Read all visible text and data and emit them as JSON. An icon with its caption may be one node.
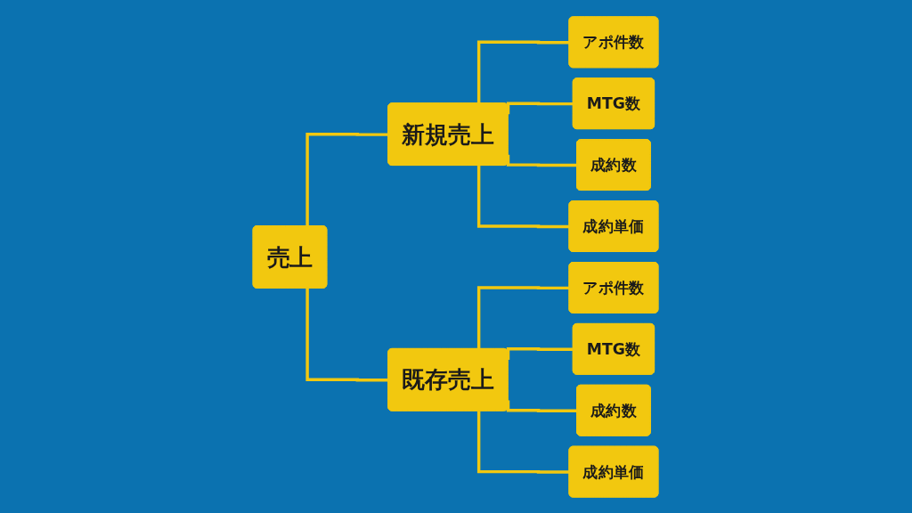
{
  "diagram": {
    "nodes": [
      {
        "text": [
          "売上"
        ]
      },
      {
        "text": [
          "新規売上"
        ]
      },
      {
        "text": [
          "アポ件数"
        ]
      },
      {
        "text": [
          "MTG数"
        ]
      },
      {
        "text": [
          "成約数"
        ]
      },
      {
        "text": [
          "成約単価"
        ]
      },
      {
        "text": [
          "既存売上"
        ]
      },
      {
        "text": [
          "アポ件数"
        ]
      },
      {
        "text": [
          "MTG数"
        ]
      },
      {
        "text": [
          "成約数"
        ]
      },
      {
        "text": [
          "成約単価"
        ]
      }
    ],
    "edges": [
      {
        "from": 0,
        "to": 1,
        "arrow": "none"
      },
      {
        "from": 0,
        "to": 6,
        "arrow": "none"
      },
      {
        "from": 1,
        "to": 2,
        "arrow": "none"
      },
      {
        "from": 1,
        "to": 3,
        "arrow": "none"
      },
      {
        "from": 1,
        "to": 4,
        "arrow": "none"
      },
      {
        "from": 1,
        "to": 5,
        "arrow": "none"
      },
      {
        "from": 6,
        "to": 7,
        "arrow": "none"
      },
      {
        "from": 6,
        "to": 8,
        "arrow": "none"
      },
      {
        "from": 6,
        "to": 9,
        "arrow": "none"
      },
      {
        "from": 6,
        "to": 10,
        "arrow": "none"
      }
    ]
  }
}
